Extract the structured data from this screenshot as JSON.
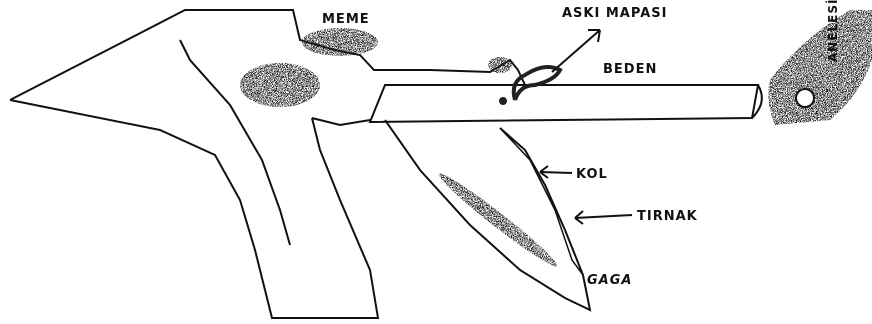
{
  "labels": {
    "meme": "MEME",
    "aski_mapasi": "ASKI MAPASI",
    "beden": "BEDEN",
    "kol": "KOL",
    "tirnak": "TIRNAK",
    "gaga": "GAGA",
    "anelesi": "ANELESİ"
  },
  "colors": {
    "line": "#111111",
    "shading": "#2a2a2a",
    "background": "#ffffff"
  }
}
